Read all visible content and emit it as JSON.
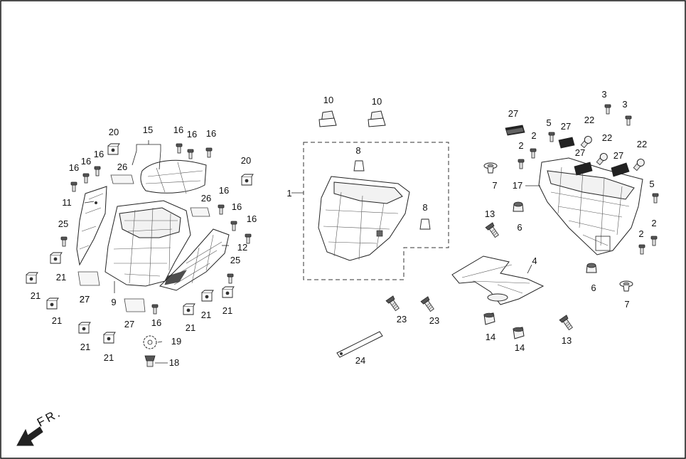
{
  "diagram": {
    "direction_label": "FR.",
    "callouts": [
      {
        "id": "c1",
        "text": "1"
      },
      {
        "id": "c2a",
        "text": "2"
      },
      {
        "id": "c2b",
        "text": "2"
      },
      {
        "id": "c2c",
        "text": "2"
      },
      {
        "id": "c2d",
        "text": "2"
      },
      {
        "id": "c3a",
        "text": "3"
      },
      {
        "id": "c3b",
        "text": "3"
      },
      {
        "id": "c4",
        "text": "4"
      },
      {
        "id": "c5a",
        "text": "5"
      },
      {
        "id": "c5b",
        "text": "5"
      },
      {
        "id": "c6a",
        "text": "6"
      },
      {
        "id": "c6b",
        "text": "6"
      },
      {
        "id": "c7a",
        "text": "7"
      },
      {
        "id": "c7b",
        "text": "7"
      },
      {
        "id": "c8a",
        "text": "8"
      },
      {
        "id": "c8b",
        "text": "8"
      },
      {
        "id": "c9",
        "text": "9"
      },
      {
        "id": "c10a",
        "text": "10"
      },
      {
        "id": "c10b",
        "text": "10"
      },
      {
        "id": "c11",
        "text": "11"
      },
      {
        "id": "c12",
        "text": "12"
      },
      {
        "id": "c13a",
        "text": "13"
      },
      {
        "id": "c13b",
        "text": "13"
      },
      {
        "id": "c14a",
        "text": "14"
      },
      {
        "id": "c14b",
        "text": "14"
      },
      {
        "id": "c15",
        "text": "15"
      },
      {
        "id": "c16a",
        "text": "16"
      },
      {
        "id": "c16b",
        "text": "16"
      },
      {
        "id": "c16c",
        "text": "16"
      },
      {
        "id": "c16d",
        "text": "16"
      },
      {
        "id": "c16e",
        "text": "16"
      },
      {
        "id": "c16f",
        "text": "16"
      },
      {
        "id": "c16g",
        "text": "16"
      },
      {
        "id": "c16h",
        "text": "16"
      },
      {
        "id": "c16i",
        "text": "16"
      },
      {
        "id": "c17",
        "text": "17"
      },
      {
        "id": "c18",
        "text": "18"
      },
      {
        "id": "c19",
        "text": "19"
      },
      {
        "id": "c20a",
        "text": "20"
      },
      {
        "id": "c20b",
        "text": "20"
      },
      {
        "id": "c21a",
        "text": "21"
      },
      {
        "id": "c21b",
        "text": "21"
      },
      {
        "id": "c21c",
        "text": "21"
      },
      {
        "id": "c21d",
        "text": "21"
      },
      {
        "id": "c21e",
        "text": "21"
      },
      {
        "id": "c21f",
        "text": "21"
      },
      {
        "id": "c21g",
        "text": "21"
      },
      {
        "id": "c22a",
        "text": "22"
      },
      {
        "id": "c22b",
        "text": "22"
      },
      {
        "id": "c22c",
        "text": "22"
      },
      {
        "id": "c23a",
        "text": "23"
      },
      {
        "id": "c23b",
        "text": "23"
      },
      {
        "id": "c24",
        "text": "24"
      },
      {
        "id": "c25a",
        "text": "25"
      },
      {
        "id": "c25b",
        "text": "25"
      },
      {
        "id": "c26a",
        "text": "26"
      },
      {
        "id": "c26b",
        "text": "26"
      },
      {
        "id": "c27a",
        "text": "27"
      },
      {
        "id": "c27b",
        "text": "27"
      },
      {
        "id": "c27c",
        "text": "27"
      },
      {
        "id": "c27d",
        "text": "27"
      },
      {
        "id": "c27e",
        "text": "27"
      }
    ]
  }
}
